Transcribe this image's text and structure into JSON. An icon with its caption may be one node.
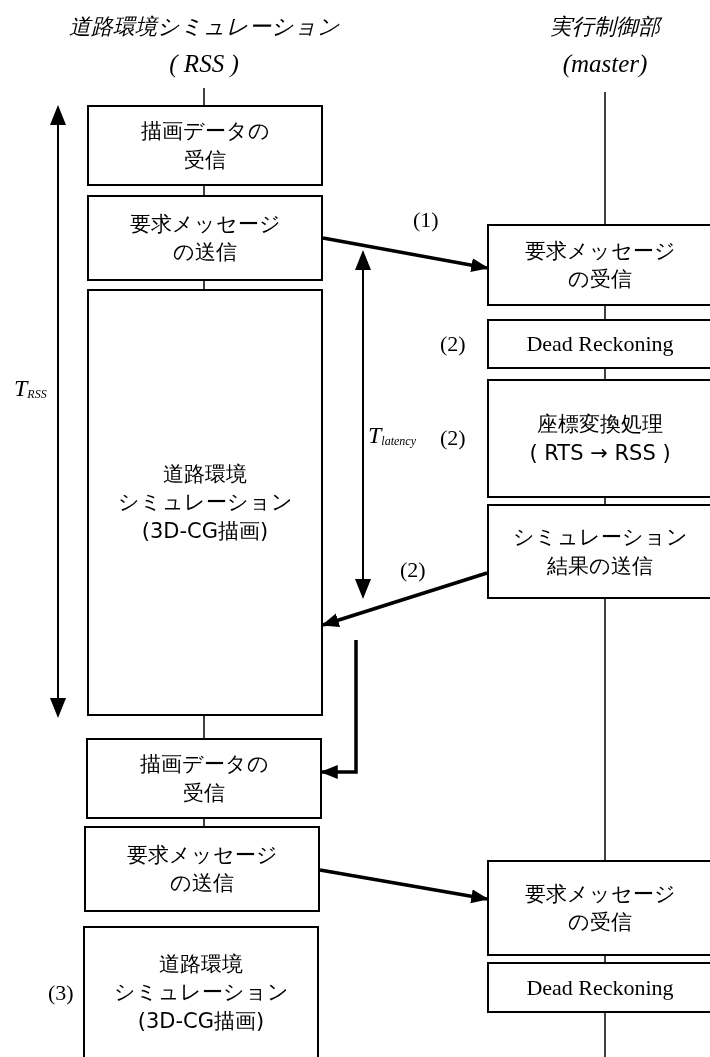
{
  "diagram": {
    "nodes": [
      {
        "text": [
          "描画データの受信"
        ]
      },
      {
        "text": [
          "要求メッセージの送信"
        ]
      },
      {
        "text": [
          "道路環境シミュレーション(3D-CG描画)"
        ]
      },
      {
        "text": [
          "描画データの受信"
        ]
      },
      {
        "text": [
          "要求メッセージの送信"
        ]
      },
      {
        "text": [
          "道路環境シミュレーション(3D-CG描画)"
        ],
        "beside": [
          "(3)"
        ]
      },
      {
        "text": [
          "要求メッセージの受信"
        ]
      },
      {
        "text": [
          "Dead Reckoning"
        ],
        "beside": [
          "(2)"
        ]
      },
      {
        "text": [
          "座標変換処理 ( RTS → RSS )"
        ],
        "beside": [
          "(2)"
        ]
      },
      {
        "text": [
          "シミュレーション結果の送信"
        ]
      },
      {
        "text": [
          "要求メッセージの受信"
        ]
      },
      {
        "text": [
          "Dead Reckoning"
        ]
      }
    ],
    "edges": [
      {
        "from": 1,
        "to": 6,
        "arrow": "to",
        "label": "(1)"
      },
      {
        "from": 9,
        "to": 2,
        "arrow": "to",
        "label": "(2)"
      },
      {
        "from": null,
        "to": 3,
        "arrow": "to"
      },
      {
        "from": 4,
        "to": 10,
        "arrow": "to"
      }
    ],
    "labels": [
      "道路環境シミュレーション",
      "( RSS )",
      "実行制御部",
      "(master)",
      "T$_{RSS}$",
      "T$_{latency}$"
    ]
  }
}
